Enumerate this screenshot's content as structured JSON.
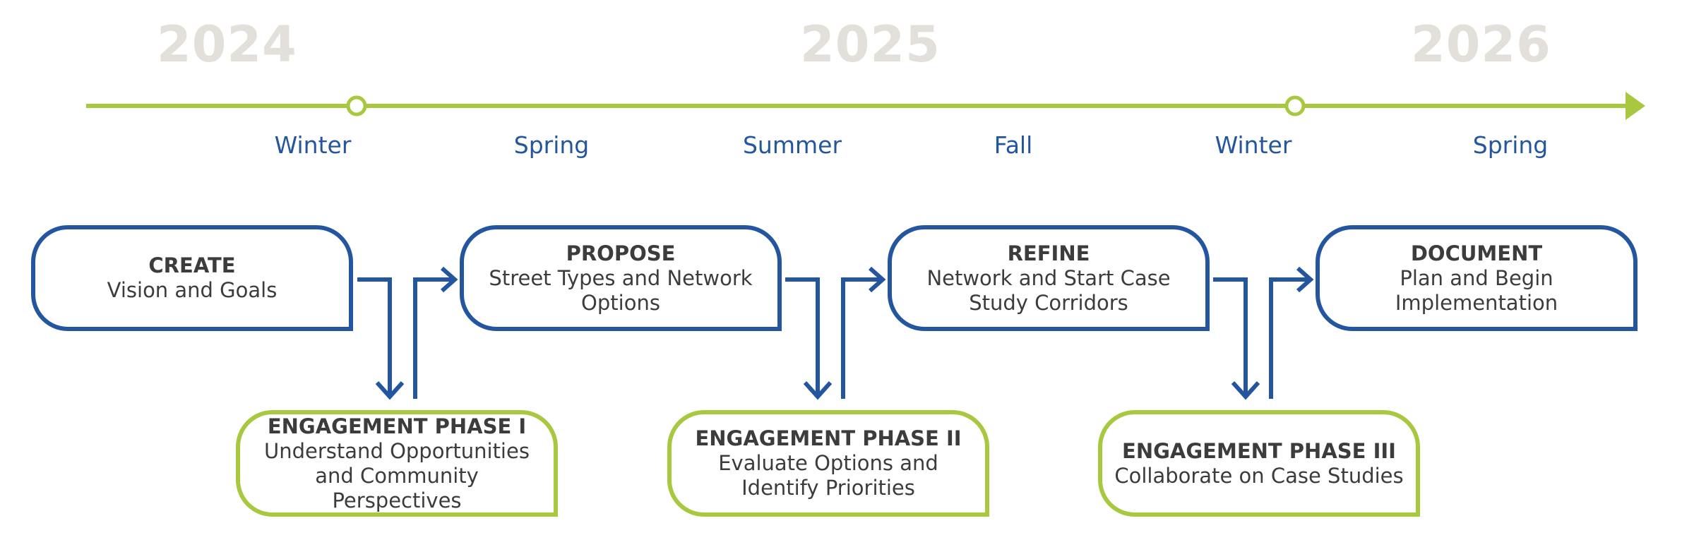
{
  "timeline": {
    "years": [
      "2024",
      "2025",
      "2026"
    ],
    "seasons": [
      "Winter",
      "Spring",
      "Summer",
      "Fall",
      "Winter",
      "Spring"
    ],
    "colors": {
      "line": "#a7c83f",
      "year": "#e3dfdb",
      "season": "#2456a0"
    }
  },
  "stages": [
    {
      "title": "CREATE",
      "description": "Vision and Goals"
    },
    {
      "title": "PROPOSE",
      "description": "Street Types and Network Options"
    },
    {
      "title": "REFINE",
      "description": "Network and Start Case Study Corridors"
    },
    {
      "title": "DOCUMENT",
      "description": "Plan and Begin Implementation"
    }
  ],
  "engagement": [
    {
      "title": "ENGAGEMENT PHASE I",
      "description": "Understand Opportunities and Community Perspectives"
    },
    {
      "title": "ENGAGEMENT PHASE II",
      "description": "Evaluate Options and Identify Priorities"
    },
    {
      "title": "ENGAGEMENT PHASE III",
      "description": "Collaborate on Case Studies"
    }
  ],
  "colors": {
    "stage_border": "#2456a0",
    "engagement_border": "#a7c83f",
    "text": "#3c3c3c",
    "arrow": "#2456a0"
  }
}
